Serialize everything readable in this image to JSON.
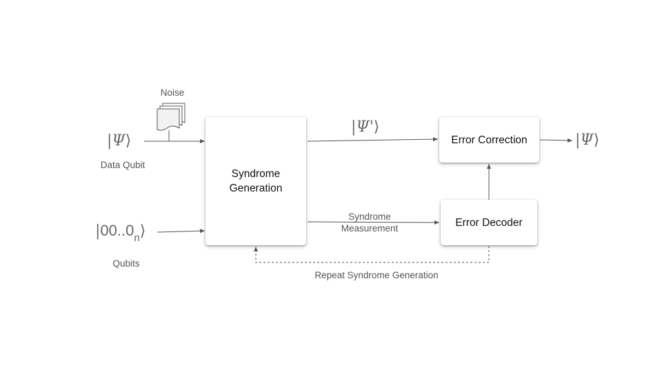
{
  "nodes": {
    "syndrome_generation": {
      "line1": "Syndrome",
      "line2": "Generation"
    },
    "error_correction": {
      "label": "Error Correction"
    },
    "error_decoder": {
      "label": "Error Decoder"
    }
  },
  "inputs": {
    "data_qubit": {
      "state_symbol": "Ψ",
      "caption": "Data Qubit"
    },
    "ancilla": {
      "state_zeros": "00..0",
      "state_sub": "n",
      "caption": "Qubits"
    },
    "noise": {
      "caption": "Noise"
    }
  },
  "edges": {
    "corrupted_state_symbol": "Ψ'",
    "syndrome_measurement": {
      "line1": "Syndrome",
      "line2": "Measurement"
    },
    "repeat_loop": "Repeat Syndrome Generation"
  },
  "output": {
    "state_symbol": "Ψ"
  },
  "colors": {
    "line": "#555555",
    "text": "#555555",
    "box_text": "#111111"
  }
}
